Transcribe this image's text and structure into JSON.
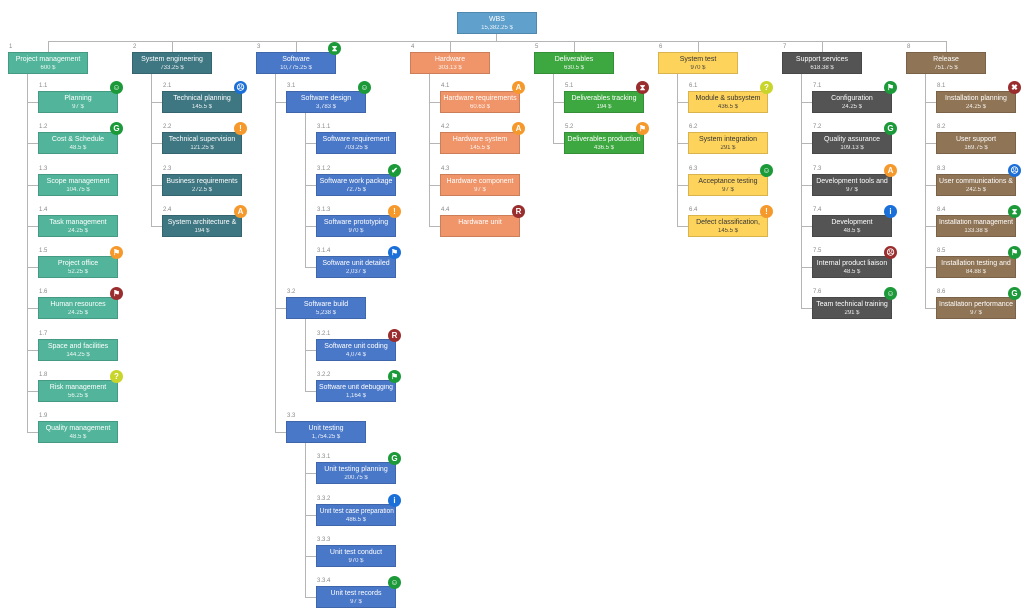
{
  "root": {
    "name": "WBS",
    "cost": "15,382.25 $",
    "color": "#5fa0cc"
  },
  "badge_colors": {
    "green": "#1c9a3a",
    "orange": "#f5992c",
    "red": "#9a2e2e",
    "blue": "#1b6fd8",
    "yellow": "#c9d52a"
  },
  "columns": [
    {
      "id": "1",
      "name": "Project management",
      "cost": "600 $",
      "color": "#52b59b",
      "text": "#ffffff",
      "children": [
        {
          "id": "1.1",
          "name": "Planning",
          "cost": "97 $",
          "badge": {
            "icon": "smile",
            "color": "green"
          }
        },
        {
          "id": "1.2",
          "name": "Cost & Schedule",
          "cost": "48.5 $",
          "badge": {
            "icon": "G",
            "color": "green"
          }
        },
        {
          "id": "1.3",
          "name": "Scope management",
          "cost": "104.75 $"
        },
        {
          "id": "1.4",
          "name": "Task management",
          "cost": "24.25 $"
        },
        {
          "id": "1.5",
          "name": "Project office",
          "cost": "52.25 $",
          "badge": {
            "icon": "flag",
            "color": "orange"
          }
        },
        {
          "id": "1.6",
          "name": "Human resources",
          "cost": "24.25 $",
          "badge": {
            "icon": "flag",
            "color": "red"
          }
        },
        {
          "id": "1.7",
          "name": "Space and facilities",
          "cost": "144.25 $"
        },
        {
          "id": "1.8",
          "name": "Risk management",
          "cost": "56.25 $",
          "badge": {
            "icon": "question",
            "color": "yellow"
          }
        },
        {
          "id": "1.9",
          "name": "Quality management",
          "cost": "48.5 $"
        }
      ]
    },
    {
      "id": "2",
      "name": "System engineering",
      "cost": "733.25 $",
      "color": "#3e7682",
      "text": "#ffffff",
      "children": [
        {
          "id": "2.1",
          "name": "Technical planning",
          "cost": "145.5 $",
          "badge": {
            "icon": "frown",
            "color": "blue"
          }
        },
        {
          "id": "2.2",
          "name": "Technical supervision",
          "cost": "121.25 $",
          "badge": {
            "icon": "exclamation",
            "color": "orange"
          }
        },
        {
          "id": "2.3",
          "name": "Business requirements",
          "cost": "272.5 $"
        },
        {
          "id": "2.4",
          "name": "System architecture &",
          "cost": "194 $",
          "badge": {
            "icon": "A",
            "color": "orange"
          }
        }
      ]
    },
    {
      "id": "3",
      "name": "Software",
      "cost": "10,775.25 $",
      "color": "#4a78c8",
      "text": "#ffffff",
      "badge": {
        "icon": "hourglass",
        "color": "green"
      },
      "children": [
        {
          "id": "3.1",
          "name": "Software design",
          "cost": "3,783 $",
          "badge": {
            "icon": "smile",
            "color": "green"
          },
          "children": [
            {
              "id": "3.1.1",
              "name": "Software requirement",
              "cost": "703.25 $"
            },
            {
              "id": "3.1.2",
              "name": "Software work package",
              "cost": "72.75 $",
              "badge": {
                "icon": "check",
                "color": "green"
              }
            },
            {
              "id": "3.1.3",
              "name": "Software prototyping",
              "cost": "970 $",
              "badge": {
                "icon": "exclamation",
                "color": "orange"
              }
            },
            {
              "id": "3.1.4",
              "name": "Software unit detailed",
              "cost": "2,037 $",
              "badge": {
                "icon": "flag",
                "color": "blue"
              }
            }
          ]
        },
        {
          "id": "3.2",
          "name": "Software build",
          "cost": "5,238 $",
          "children": [
            {
              "id": "3.2.1",
              "name": "Software unit coding",
              "cost": "4,074 $",
              "badge": {
                "icon": "R",
                "color": "red"
              }
            },
            {
              "id": "3.2.2",
              "name": "Software unit debugging",
              "cost": "1,164 $",
              "badge": {
                "icon": "flag",
                "color": "green"
              }
            }
          ]
        },
        {
          "id": "3.3",
          "name": "Unit testing",
          "cost": "1,754.25 $",
          "children": [
            {
              "id": "3.3.1",
              "name": "Unit testing planning",
              "cost": "200.75 $",
              "badge": {
                "icon": "G",
                "color": "green"
              }
            },
            {
              "id": "3.3.2",
              "name": "Unit test case preparation",
              "cost": "486.5 $",
              "badge": {
                "icon": "info",
                "color": "blue"
              }
            },
            {
              "id": "3.3.3",
              "name": "Unit test conduct",
              "cost": "970 $"
            },
            {
              "id": "3.3.4",
              "name": "Unit test records",
              "cost": "97 $",
              "badge": {
                "icon": "smile",
                "color": "green"
              }
            }
          ]
        }
      ]
    },
    {
      "id": "4",
      "name": "Hardware",
      "cost": "303.13 $",
      "color": "#f0956a",
      "text": "#ffffff",
      "children": [
        {
          "id": "4.1",
          "name": "Hardware requirements",
          "cost": "60.63 $",
          "badge": {
            "icon": "A",
            "color": "orange"
          }
        },
        {
          "id": "4.2",
          "name": "Hardware system",
          "cost": "145.5 $",
          "badge": {
            "icon": "A",
            "color": "orange"
          }
        },
        {
          "id": "4.3",
          "name": "Hardware component",
          "cost": "97 $"
        },
        {
          "id": "4.4",
          "name": "Hardware unit",
          "cost": "",
          "badge": {
            "icon": "R",
            "color": "red"
          }
        }
      ]
    },
    {
      "id": "5",
      "name": "Deliverables",
      "cost": "630.5 $",
      "color": "#3ea840",
      "text": "#ffffff",
      "children": [
        {
          "id": "5.1",
          "name": "Deliverables tracking",
          "cost": "194 $",
          "badge": {
            "icon": "hourglass",
            "color": "red"
          }
        },
        {
          "id": "5.2",
          "name": "Deliverables production",
          "cost": "436.5 $",
          "badge": {
            "icon": "flag",
            "color": "orange"
          }
        }
      ]
    },
    {
      "id": "6",
      "name": "System test",
      "cost": "970 $",
      "color": "#fed35c",
      "text": "#333333",
      "children": [
        {
          "id": "6.1",
          "name": "Module & subsystem",
          "cost": "436.5 $",
          "badge": {
            "icon": "question",
            "color": "yellow"
          }
        },
        {
          "id": "6.2",
          "name": "System integration",
          "cost": "291 $"
        },
        {
          "id": "6.3",
          "name": "Acceptance testing",
          "cost": "97 $",
          "badge": {
            "icon": "smile",
            "color": "green"
          }
        },
        {
          "id": "6.4",
          "name": "Defect classification,",
          "cost": "145.5 $",
          "badge": {
            "icon": "exclamation",
            "color": "orange"
          }
        }
      ]
    },
    {
      "id": "7",
      "name": "Support services",
      "cost": "618.38 $",
      "color": "#545454",
      "text": "#ffffff",
      "children": [
        {
          "id": "7.1",
          "name": "Configuration",
          "cost": "24.25 $",
          "badge": {
            "icon": "flag",
            "color": "green"
          }
        },
        {
          "id": "7.2",
          "name": "Quality assurance",
          "cost": "109.13 $",
          "badge": {
            "icon": "G",
            "color": "green"
          }
        },
        {
          "id": "7.3",
          "name": "Development tools and",
          "cost": "97 $",
          "badge": {
            "icon": "A",
            "color": "orange"
          }
        },
        {
          "id": "7.4",
          "name": "Development",
          "cost": "48.5 $",
          "badge": {
            "icon": "info",
            "color": "blue"
          }
        },
        {
          "id": "7.5",
          "name": "Internal product liaison",
          "cost": "48.5 $",
          "badge": {
            "icon": "frown",
            "color": "red"
          }
        },
        {
          "id": "7.6",
          "name": "Team technical training",
          "cost": "291 $",
          "badge": {
            "icon": "smile",
            "color": "green"
          }
        }
      ]
    },
    {
      "id": "8",
      "name": "Release",
      "cost": "751.75 $",
      "color": "#8f7455",
      "text": "#ffffff",
      "children": [
        {
          "id": "8.1",
          "name": "Installation planning",
          "cost": "24.25 $",
          "badge": {
            "icon": "x",
            "color": "red"
          }
        },
        {
          "id": "8.2",
          "name": "User support",
          "cost": "169.75 $"
        },
        {
          "id": "8.3",
          "name": "User communications &",
          "cost": "242.5 $",
          "badge": {
            "icon": "frown",
            "color": "blue"
          }
        },
        {
          "id": "8.4",
          "name": "Installation management",
          "cost": "133.38 $",
          "badge": {
            "icon": "hourglass",
            "color": "green"
          }
        },
        {
          "id": "8.5",
          "name": "Installation testing and",
          "cost": "84.88 $",
          "badge": {
            "icon": "flag",
            "color": "green"
          }
        },
        {
          "id": "8.6",
          "name": "Installation performance",
          "cost": "97 $",
          "badge": {
            "icon": "G",
            "color": "green"
          }
        }
      ]
    }
  ]
}
